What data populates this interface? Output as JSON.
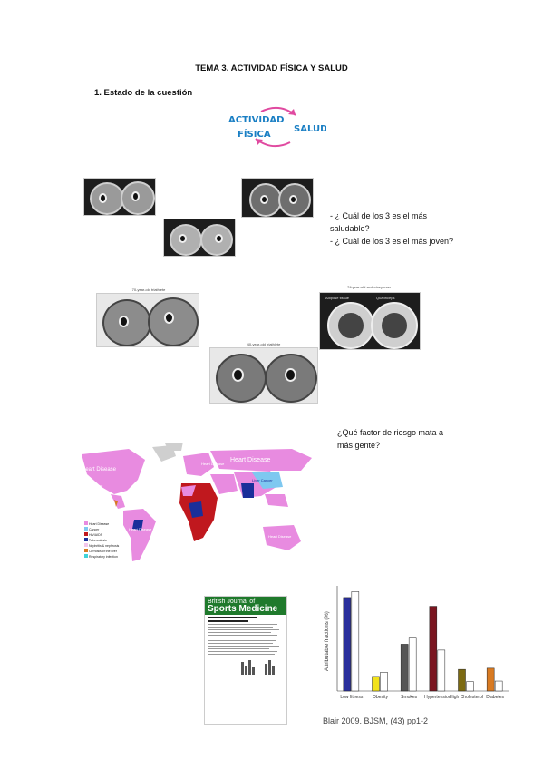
{
  "document": {
    "title": "TEMA 3. ACTIVIDAD FÍSICA Y SALUD",
    "section_heading": "1.   Estado de la cuestión",
    "cycle_labels": {
      "left": "ACTIVIDAD\nFÍSICA",
      "right": "SALUD"
    },
    "question1_line1": "- ¿ Cuál de los 3 es el más",
    "question1_line2": "saludable?",
    "question2": "- ¿ Cuál de los 3 es el más joven?",
    "scan_captions": {
      "left": "70-year-old triathlete",
      "right": "74-year-old sedentary man",
      "center": "40-year-old triathlete",
      "right_sub_a": "Adipose tissue",
      "right_sub_b": "Quadriceps"
    },
    "question3_line1": "¿Qué factor de riesgo mata a",
    "question3_line2": "más gente?",
    "map_labels": {
      "heart1": "Heart Disease",
      "heart2": "Heart Disease",
      "heart3": "Heart Disease",
      "liver": "Liver Cancer",
      "heart4": "Heart Disease",
      "heart5": "Heart Disease",
      "heart6": "Heart Disease"
    },
    "map_legend": [
      "Heart Disease",
      "Cancer",
      "HIV/AIDS",
      "Tuberculosis",
      "Nephritis & nephrosis",
      "Cirrhosis of the liver",
      "Respiratory infection"
    ],
    "journal": {
      "line1": "British Journal of",
      "line2": "Sports Medicine"
    },
    "citation": "Blair 2009. BJSM, (43) pp1-2"
  },
  "colors": {
    "heart": "#e88be0",
    "cancer": "#7ec8f0",
    "hiv": "#c0181e",
    "tb": "#1a2f9a",
    "journal_green": "#1f7a2c"
  },
  "chart_data": {
    "type": "bar",
    "ylabel": "Attributable fractions (%)",
    "categories": [
      "Low fitness",
      "Obesity",
      "Smokes",
      "Hypertension",
      "High Cholesterol",
      "Diabetes"
    ],
    "series": [
      {
        "values": [
          16,
          2.5,
          8,
          14.5,
          3.7,
          3.9
        ],
        "colors": [
          "#2a2f9c",
          "#f2e21a",
          "#555555",
          "#7a1520",
          "#7c6a12",
          "#d87a22"
        ]
      },
      {
        "values": [
          17,
          3.2,
          9.2,
          7,
          1.6,
          1.7
        ],
        "colors": [
          "#ffffff",
          "#ffffff",
          "#ffffff",
          "#ffffff",
          "#ffffff",
          "#ffffff"
        ]
      }
    ],
    "ylim": [
      0,
      18
    ]
  }
}
